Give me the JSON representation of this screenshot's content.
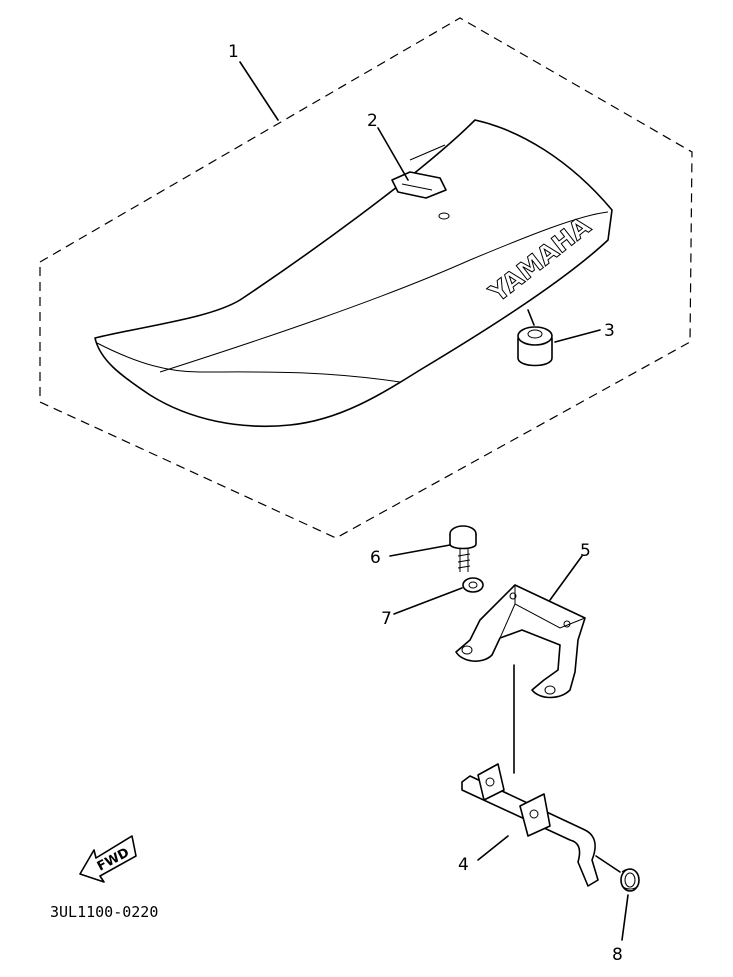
{
  "callouts": {
    "c1": "1",
    "c2": "2",
    "c3": "3",
    "c4": "4",
    "c5": "5",
    "c6": "6",
    "c7": "7",
    "c8": "8"
  },
  "seat_brand": "YAMAHA",
  "fwd_label": "FWD",
  "part_code": "3UL1100-0220",
  "colors": {
    "ink": "#000000",
    "paper": "#ffffff"
  }
}
